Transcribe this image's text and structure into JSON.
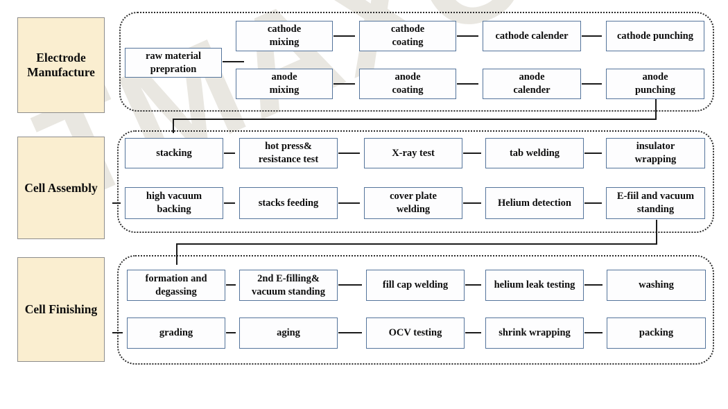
{
  "watermark": "TMAXCN",
  "colors": {
    "box_border": "#54749b",
    "box_fill": "#fdfdfe",
    "label_fill": "#faeed0",
    "label_border": "#8c8c8c",
    "connector": "#1a1a1a",
    "watermark": "#e9e7e1",
    "ink": "#0d0d0d"
  },
  "groups": [
    {
      "label": "Electrode\nManufacture",
      "feeder": "raw material\nprepration",
      "top_row": [
        "cathode\nmixing",
        "cathode\ncoating",
        "cathode calender",
        "cathode punching"
      ],
      "bottom_row": [
        "anode\nmixing",
        "anode\ncoating",
        "anode\ncalender",
        "anode\npunching"
      ]
    },
    {
      "label": "Cell Assembly",
      "top_row": [
        "stacking",
        "hot press&\nresistance test",
        "X-ray test",
        "tab welding",
        "insulator\nwrapping"
      ],
      "bottom_row": [
        "high vacuum\nbacking",
        "stacks feeding",
        "cover plate\nwelding",
        "Helium detection",
        "E-fiil and vacuum\nstanding"
      ]
    },
    {
      "label": "Cell Finishing",
      "top_row": [
        "formation and\ndegassing",
        "2nd E-filling&\nvacuum standing",
        "fill cap welding",
        "helium leak testing",
        "washing"
      ],
      "bottom_row": [
        "grading",
        "aging",
        "OCV testing",
        "shrink wrapping",
        "packing"
      ]
    }
  ]
}
